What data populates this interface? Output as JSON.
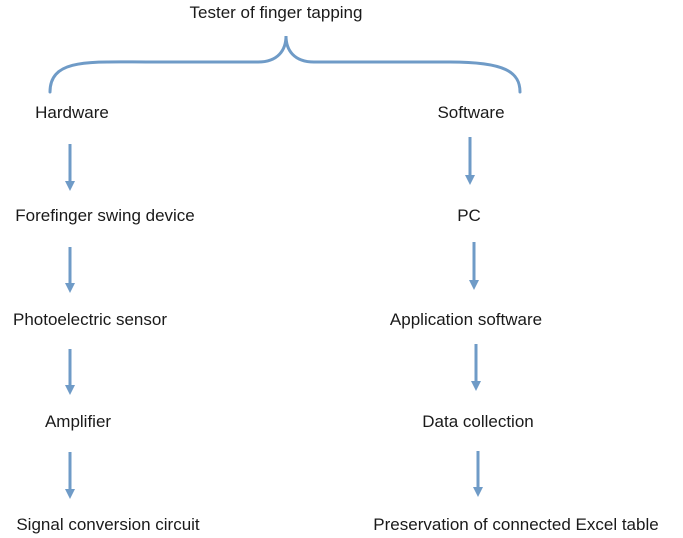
{
  "title": "Tester of finger tapping",
  "branches": [
    {
      "name": "Hardware",
      "steps": [
        "Forefinger swing device",
        "Photoelectric sensor",
        "Amplifier",
        "Signal conversion circuit"
      ]
    },
    {
      "name": "Software",
      "steps": [
        "PC",
        "Application software",
        "Data collection",
        "Preservation of connected Excel table"
      ]
    }
  ],
  "colors": {
    "connector": "#6f9bc7",
    "text": "#1a1a1a"
  }
}
